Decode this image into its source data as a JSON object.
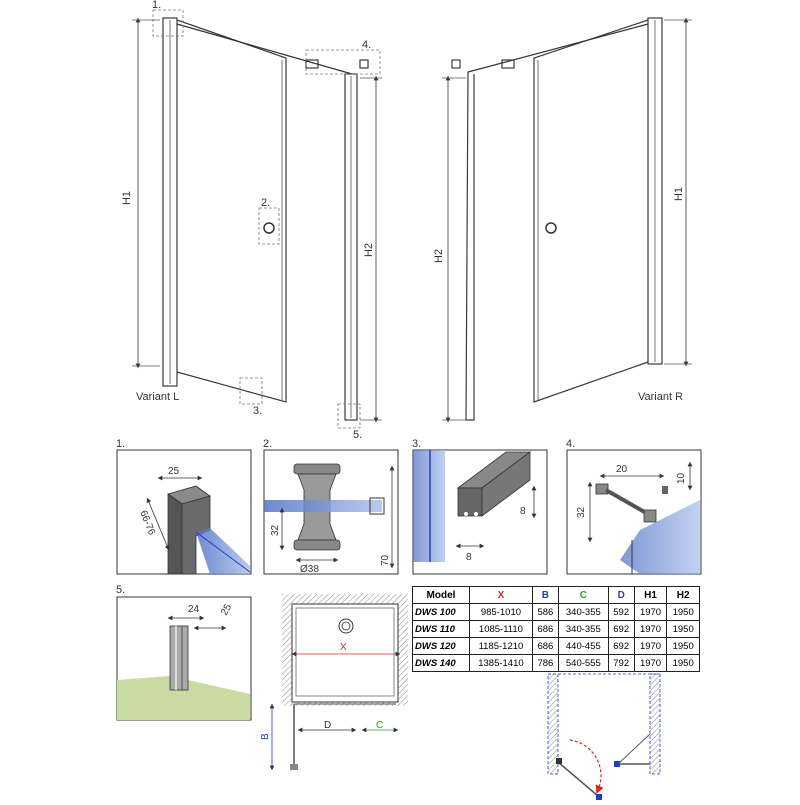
{
  "variants": {
    "left": "Variant L",
    "right": "Variant R"
  },
  "callouts": {
    "c1": "1.",
    "c2": "2.",
    "c3": "3.",
    "c4": "4.",
    "c5": "5."
  },
  "dims": {
    "h1": "H1",
    "h2": "H2",
    "d1_width": "25",
    "d1_range": "66-76",
    "d2_h": "32",
    "d2_dia": "Ø38",
    "d2_total": "70",
    "d3_h": "8",
    "d3_w": "8",
    "d4_w": "20",
    "d4_h": "10",
    "d4_v": "32",
    "d5_w1": "24",
    "d5_w2": "25",
    "plan_x": "X",
    "plan_d": "D",
    "plan_c": "C",
    "plan_b": "B"
  },
  "table": {
    "headers": [
      "Model",
      "X",
      "B",
      "C",
      "D",
      "H1",
      "H2"
    ],
    "header_colors": [
      "#222222",
      "#d62728",
      "#1f3fbf",
      "#2ca02c",
      "#3a3aa0",
      "#222222",
      "#222222"
    ],
    "rows": [
      [
        "DWS 100",
        "985-1010",
        "586",
        "340-355",
        "592",
        "1970",
        "1950"
      ],
      [
        "DWS 110",
        "1085-1110",
        "686",
        "340-355",
        "692",
        "1970",
        "1950"
      ],
      [
        "DWS 120",
        "1185-1210",
        "686",
        "440-455",
        "692",
        "1970",
        "1950"
      ],
      [
        "DWS 140",
        "1385-1410",
        "786",
        "540-555",
        "792",
        "1970",
        "1950"
      ]
    ]
  },
  "colors": {
    "glass": "#5b7fd0",
    "frame": "#3a3a3a",
    "door_swing": "#d62728",
    "floor": "#c9dba0"
  }
}
